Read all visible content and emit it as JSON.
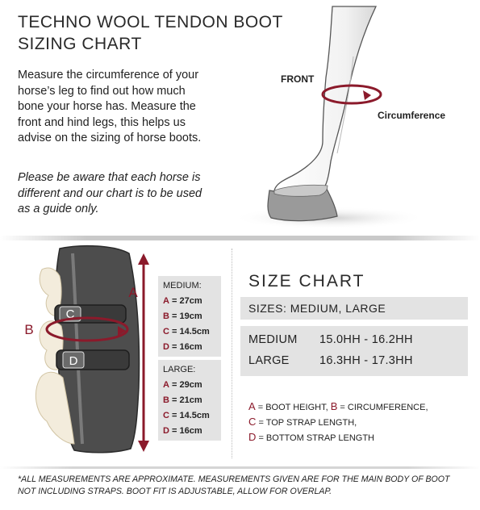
{
  "title_line1": "TECHNO WOOL TENDON BOOT",
  "title_line2": "SIZING CHART",
  "description": "Measure the circumference of your horse’s leg to find out how much bone your horse has. Measure the front and hind legs, this helps us advise on the sizing of horse boots.",
  "note": "Please be aware that each horse is different and our chart is to be used as a guide only.",
  "leg_diagram": {
    "front_label": "FRONT",
    "circumference_label": "Circumference"
  },
  "boot_diagram": {
    "label_a": "A",
    "label_b": "B",
    "label_c": "C",
    "label_d": "D"
  },
  "medium_box": {
    "header": "MEDIUM:",
    "rows": [
      {
        "letter": "A",
        "value": "= 27cm"
      },
      {
        "letter": "B",
        "value": "= 19cm"
      },
      {
        "letter": "C",
        "value": "= 14.5cm"
      },
      {
        "letter": "D",
        "value": "= 16cm"
      }
    ]
  },
  "large_box": {
    "header": "LARGE:",
    "rows": [
      {
        "letter": "A",
        "value": "= 29cm"
      },
      {
        "letter": "B",
        "value": "= 21cm"
      },
      {
        "letter": "C",
        "value": "= 14.5cm"
      },
      {
        "letter": "D",
        "value": "= 16cm"
      }
    ]
  },
  "size_chart": {
    "title": "SIZE CHART",
    "sizes_label": "SIZES: MEDIUM, LARGE",
    "rows": [
      {
        "name": "MEDIUM",
        "range": "15.0HH - 16.2HH"
      },
      {
        "name": "LARGE",
        "range": "16.3HH - 17.3HH"
      }
    ]
  },
  "legend": {
    "line1_a_letter": "A",
    "line1_a_text": " = BOOT HEIGHT, ",
    "line1_b_letter": "B",
    "line1_b_text": " = CIRCUMFERENCE,",
    "line2_letter": "C",
    "line2_text": " = TOP STRAP LENGTH,",
    "line3_letter": "D",
    "line3_text": " = BOTTOM STRAP LENGTH"
  },
  "footnote": "*ALL MEASUREMENTS ARE APPROXIMATE. MEASUREMENTS GIVEN ARE FOR THE MAIN BODY OF BOOT NOT INCLUDING STRAPS. BOOT FIT IS ADJUSTABLE, ALLOW FOR OVERLAP.",
  "colors": {
    "accent": "#8b1a2b",
    "panel": "#e3e3e3"
  }
}
